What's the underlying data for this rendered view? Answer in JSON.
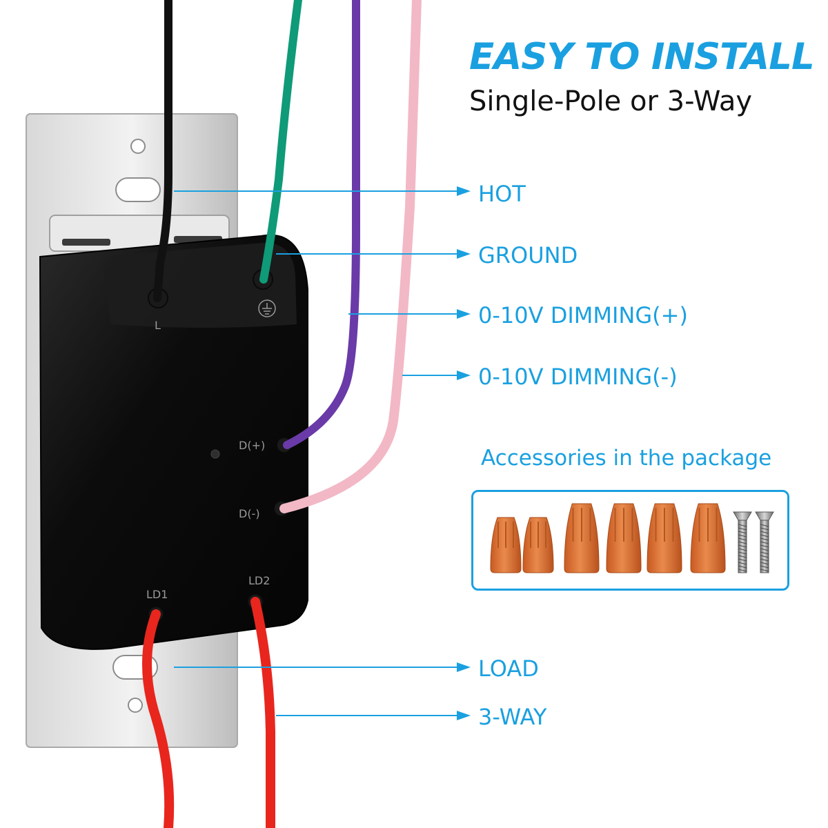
{
  "headline": "EASY TO INSTALL",
  "subheadline": "Single-Pole or 3-Way",
  "labels": {
    "hot": "HOT",
    "ground": "GROUND",
    "dim_plus": "0-10V DIMMING(+)",
    "dim_minus": "0-10V DIMMING(-)",
    "load": "LOAD",
    "three_way": "3-WAY"
  },
  "terminals": {
    "line": "L",
    "dim_plus": "D(+)",
    "dim_minus": "D(-)",
    "ld1": "LD1",
    "ld2": "LD2"
  },
  "accessories": {
    "title": "Accessories in the package",
    "items": [
      "wire-nut",
      "wire-nut",
      "wire-nut",
      "wire-nut",
      "wire-nut",
      "wire-nut",
      "screw",
      "screw"
    ]
  },
  "colors": {
    "accent": "#1aa0e0",
    "hot_wire": "#111111",
    "ground_wire": "#0f9a78",
    "dim_plus_wire": "#6a3aa8",
    "dim_minus_wire": "#f2b8c6",
    "load_wire": "#e8261e",
    "wire_nut": "#e07a3c"
  }
}
